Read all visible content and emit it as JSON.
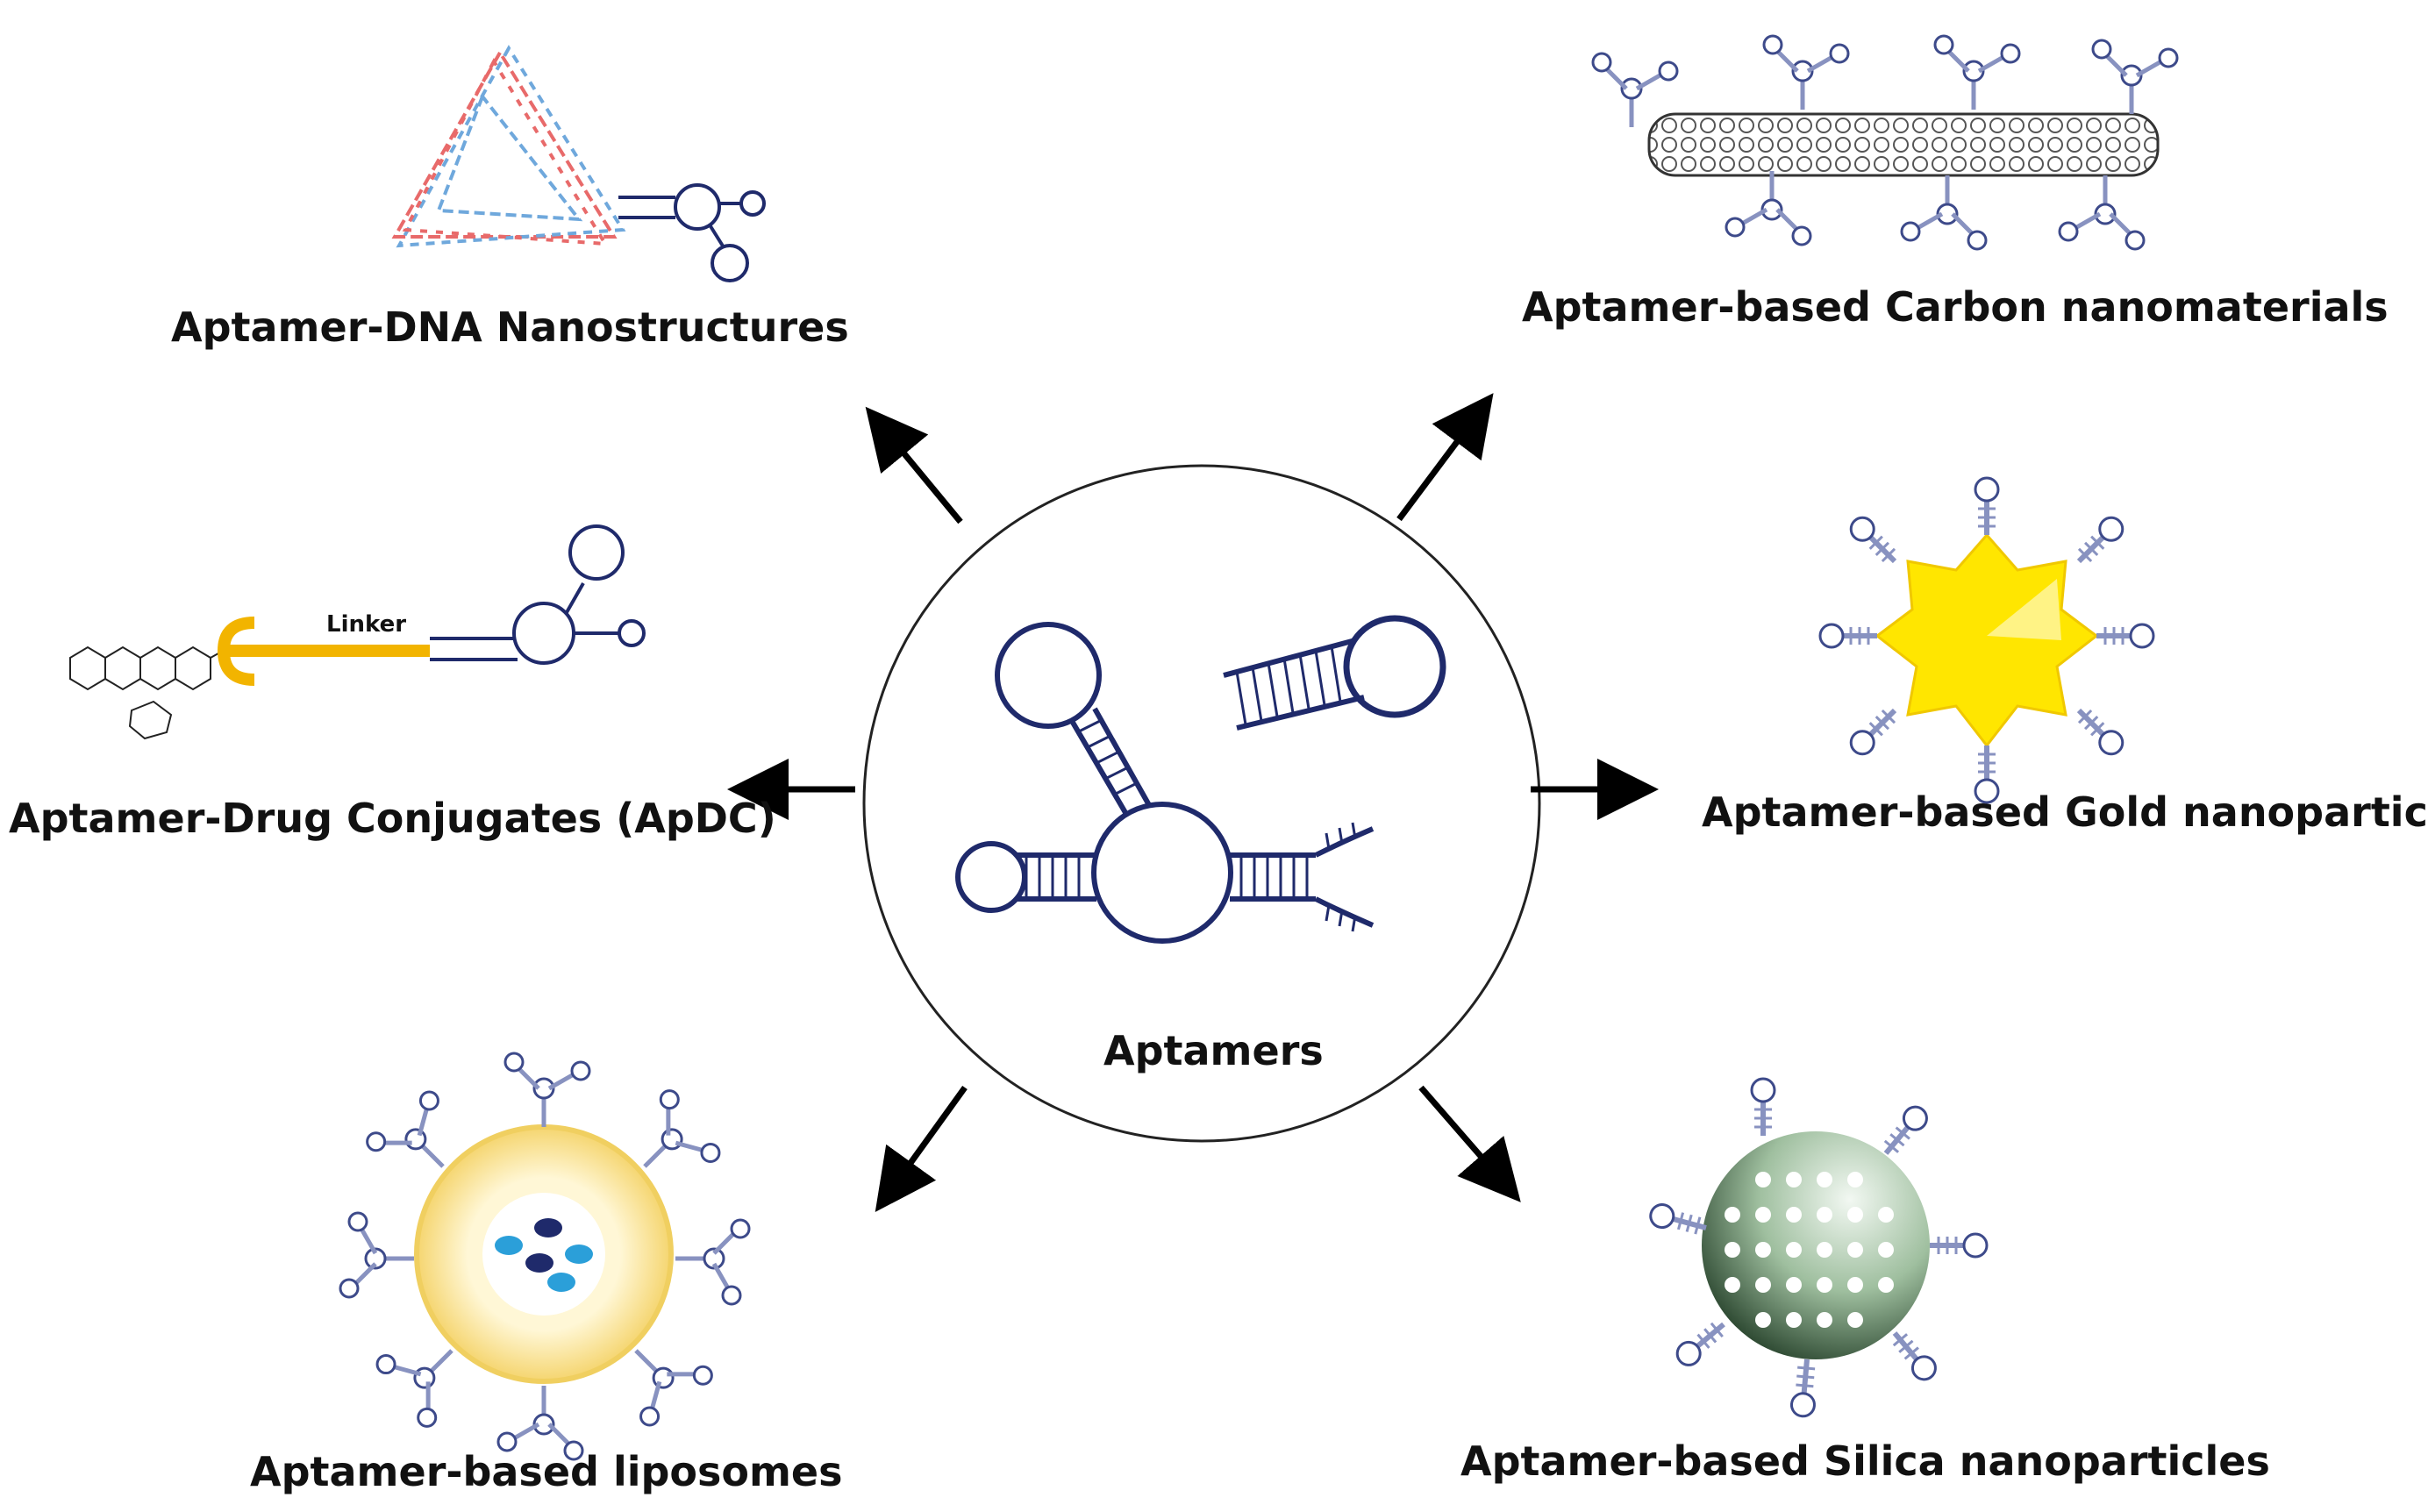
{
  "center": {
    "label": "Aptamers"
  },
  "nodes": {
    "dna_nanostructures": {
      "label": "Aptamer-DNA Nanostructures"
    },
    "carbon": {
      "label": "Aptamer-based Carbon nanomaterials"
    },
    "apdc": {
      "label": "Aptamer-Drug Conjugates (ApDC)",
      "linker_label": "Linker"
    },
    "gold": {
      "label": "Aptamer-based Gold nanoparticles"
    },
    "liposomes": {
      "label": "Aptamer-based liposomes"
    },
    "silica": {
      "label": "Aptamer-based Silica nanoparticles"
    }
  },
  "colors": {
    "aptamer": "#1f2a6b",
    "linker": "#f2b400",
    "gold": "#ffe600",
    "dna_red": "#e86a6a",
    "dna_blue": "#6fa8dc",
    "liposome": "#f7dc8a",
    "silica": "#9fbf9f",
    "arrow": "#000000"
  }
}
